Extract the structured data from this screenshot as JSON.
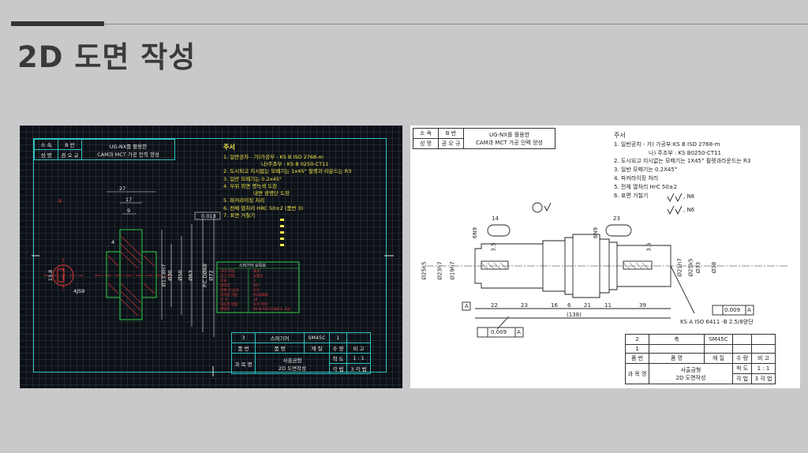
{
  "slide": {
    "title": "2D 도면 작성"
  },
  "left": {
    "header": {
      "r1c1": "소 속",
      "r1c2": "B 반",
      "r2c1": "성 명",
      "r2c2": "권 오 규",
      "desc1": "UG-NX를 활용한",
      "desc2": "CAM과 MCT 가공 인력 양성"
    },
    "notes": {
      "title": "주서",
      "lines": [
        "1. 일반공차 - 가)가공부 : KS B ISO 2768-m",
        "나)주조부 : KS B 0250-CT11",
        "2. 도시되고 지시없는 모떼기는 1x45° 필렛과 라운드는 R3",
        "3. 일반 모떼기는 0.2x45°",
        "4.  부위 외면 명녹색 도장",
        "내면 광명단 도장",
        "5. 파커라이징 처리",
        "6. 전체 열처리 HRC 50±2 (품번 3)",
        "7. 표면 거칠기"
      ]
    },
    "dims": {
      "d27": "27",
      "d17": "17",
      "d9": "9",
      "d4": "4",
      "ref3": "③",
      "js9": "4JS9",
      "p13": "13.8",
      "d30": "Ø30",
      "d50": "Ø50",
      "d63": "Ø63",
      "d72": "Ø72",
      "pcd": "P.C.DØ68",
      "h7": "Ø13.8H7",
      "tol": "0.013"
    },
    "spec": {
      "title": "스퍼기어 요목표",
      "rows": [
        [
          "기어 치형",
          "표준"
        ],
        [
          "공구 치형",
          "보통이"
        ],
        [
          "모듈",
          "2"
        ],
        [
          "압력각",
          "20°"
        ],
        [
          "전체 이 높이",
          "4.5"
        ],
        [
          "피치원 지름",
          "PCDØ68"
        ],
        [
          "잇 수",
          "34"
        ],
        [
          "다듬질 방법",
          "호브 절삭"
        ],
        [
          "정밀도",
          "KS B ISO 1328-1, 4급"
        ]
      ]
    },
    "block": {
      "row1": [
        "3",
        "스퍼기어",
        "SM45C",
        "1",
        ""
      ],
      "head": [
        "품 번",
        "품 명",
        "재 질",
        "수 량",
        "비 고"
      ],
      "course": "과 목 명",
      "name1": "사출금형",
      "name2": "2D 도면작성",
      "scale_l": "척 도",
      "scale_v": "1 : 1",
      "proj_l": "각 법",
      "proj_v": "3 각 법"
    }
  },
  "right": {
    "header": {
      "r1c1": "소 속",
      "r1c2": "B 반",
      "r2c1": "성 명",
      "r2c2": "권 오 규",
      "desc1": "UG-NX를 활용한",
      "desc2": "CAM과 MCT 가공 인력 양성"
    },
    "notes": {
      "title": "주서",
      "lines": [
        "1. 일반공차 - 가) 가공부:KS B ISO 2768-m",
        "나) 주조부 : KS B0250-CT11",
        "2. 도시되고 지시없는 모떼기는 1X45° 필렛과라운드는 R3",
        "3. 일반 모떼기는 0.2X45°",
        "4. 파커라이징 처리",
        "5. 전체 열처리 HrC 50±2",
        "6. 표면 거칠기"
      ],
      "n8": ", N8",
      "n6": ", N6"
    },
    "dims": {
      "d14": "14",
      "d23": "23",
      "d6n9a": "6N9",
      "d6n9b": "6N9",
      "d35a": "3.5",
      "d35b": "3.5",
      "k5": "Ø25k5",
      "h7": "Ø23h7",
      "h7b": "Ø19h7",
      "h7c": "Ø21h7",
      "k5b": "Ø25k5",
      "d33": "Ø33",
      "d38": "Ø38",
      "segs": [
        "22",
        "23",
        "16",
        "6",
        "21",
        "11",
        "39"
      ],
      "total": "(138)",
      "tol1": "0.009",
      "tol1ref": "A",
      "tol2": "0.009",
      "tol2ref": "A",
      "datum": "A",
      "center": "KS A ISO 6411 -B 2.5/8양단",
      "ref2": "②"
    },
    "block": {
      "row2": [
        "2",
        "축",
        "SM45C",
        "",
        ""
      ],
      "row1": [
        "1",
        "",
        "",
        "",
        ""
      ],
      "head": [
        "품 번",
        "품 명",
        "재 질",
        "수 량",
        "비 고"
      ],
      "course": "과 목 명",
      "name1": "사출금형",
      "name2": "2D 도면작성",
      "scale_l": "척 도",
      "scale_v": "1 : 1",
      "proj_l": "각 법",
      "proj_v": "3 각 법"
    }
  }
}
